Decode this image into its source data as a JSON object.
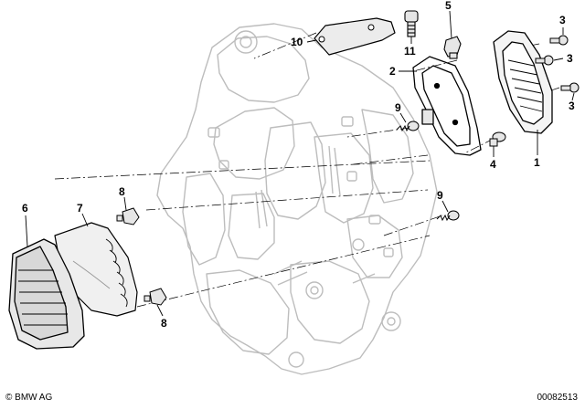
{
  "callouts": [
    "1",
    "2",
    "3",
    "3",
    "3",
    "4",
    "5",
    "6",
    "7",
    "8",
    "8",
    "9",
    "9",
    "10",
    "11"
  ],
  "footer": {
    "copyright": "© BMW AG",
    "image_number": "00082513"
  },
  "colors": {
    "frame_outline": "#bdbdbd",
    "part_outline": "#000000",
    "part_shade": "#cfcfcf"
  }
}
